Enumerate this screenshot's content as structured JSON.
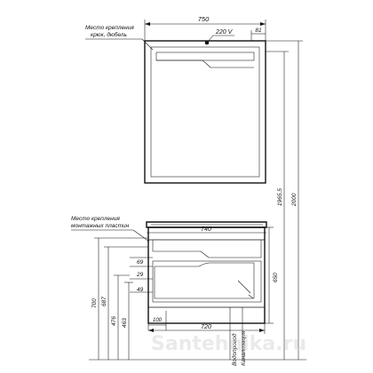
{
  "labels": {
    "mirror_mount": [
      "Место крепления",
      "крюк, дюбель"
    ],
    "voltage": "220 V",
    "cabinet_mount": [
      "Место крепления",
      "монтажных пластин"
    ],
    "water_supply": "Водопровод",
    "sewage": "Канализация",
    "watermark": "Santehnika.ru"
  },
  "dimensions": {
    "mirror_width": "750",
    "mirror_offset": "81",
    "cabinet_top_width": "740",
    "cabinet_bottom_width": "720",
    "drain_offset": "100",
    "drawer_gap_top": "69",
    "drawer_gap_mid": "29",
    "drawer_gap_low": "49",
    "cabinet_height": "650",
    "mount_height": "1965,5",
    "total_height": "2000",
    "h_700": "700",
    "h_687": "687",
    "h_476": "476",
    "h_463": "463"
  }
}
